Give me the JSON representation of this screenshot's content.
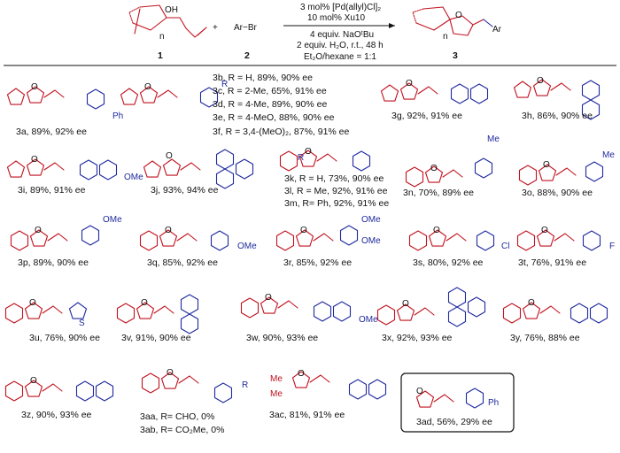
{
  "scheme": {
    "reactant1_label": "1",
    "reactant2_label": "2",
    "product_label": "3",
    "plus": "+",
    "oh_label": "OH",
    "n_label": "n",
    "arbr_label": "Ar−Br",
    "ar_label": "Ar",
    "conditions": [
      "3 mol% [Pd(allyl)Cl]₂",
      "10 mol% Xu10",
      "4 equiv. NaOᵗBu",
      "2 equiv. H₂O, r.t., 48 h",
      "Et₂O/hexane = 1:1"
    ]
  },
  "atoms": {
    "O": "O",
    "Ph": "Ph",
    "OMe": "OMe",
    "Me": "Me",
    "Cl": "Cl",
    "F": "F",
    "S": "S",
    "R": "R"
  },
  "compounds": [
    {
      "id": "3a",
      "label": "3a, 89%, 92% ee"
    },
    {
      "id": "3b",
      "label": "3b, R = H, 89%, 90% ee"
    },
    {
      "id": "3c",
      "label": "3c, R = 2-Me, 65%, 91% ee"
    },
    {
      "id": "3d",
      "label": "3d, R = 4-Me, 89%, 90% ee"
    },
    {
      "id": "3e",
      "label": "3e, R = 4-MeO, 88%, 90% ee"
    },
    {
      "id": "3f",
      "label": "3f, R = 3,4-(MeO)₂, 87%, 91% ee"
    },
    {
      "id": "3g",
      "label": "3g, 92%, 91% ee"
    },
    {
      "id": "3h",
      "label": "3h, 86%, 90% ee"
    },
    {
      "id": "3i",
      "label": "3i, 89%, 91% ee"
    },
    {
      "id": "3j",
      "label": "3j, 93%, 94% ee"
    },
    {
      "id": "3k",
      "label": "3k, R = H, 73%, 90% ee"
    },
    {
      "id": "3l",
      "label": "3l, R = Me, 92%, 91% ee"
    },
    {
      "id": "3m",
      "label": "3m, R= Ph, 92%, 91% ee"
    },
    {
      "id": "3n",
      "label": "3n, 70%, 89% ee"
    },
    {
      "id": "3o",
      "label": "3o, 88%, 90% ee"
    },
    {
      "id": "3p",
      "label": "3p, 89%, 90% ee"
    },
    {
      "id": "3q",
      "label": "3q, 85%, 92% ee"
    },
    {
      "id": "3r",
      "label": "3r, 85%, 92% ee"
    },
    {
      "id": "3s",
      "label": "3s, 80%, 92% ee"
    },
    {
      "id": "3t",
      "label": "3t, 76%, 91% ee"
    },
    {
      "id": "3u",
      "label": "3u, 76%, 90% ee"
    },
    {
      "id": "3v",
      "label": "3v, 91%, 90% ee"
    },
    {
      "id": "3w",
      "label": "3w, 90%, 93% ee"
    },
    {
      "id": "3x",
      "label": "3x, 92%, 93% ee"
    },
    {
      "id": "3y",
      "label": "3y, 76%, 88% ee"
    },
    {
      "id": "3z",
      "label": "3z, 90%, 93% ee"
    },
    {
      "id": "3aa",
      "label": "3aa, R= CHO, 0%"
    },
    {
      "id": "3ab",
      "label": "3ab, R= CO₂Me, 0%"
    },
    {
      "id": "3ac",
      "label": "3ac, 81%, 91% ee"
    },
    {
      "id": "3ad",
      "label": "3ad, 56%, 29% ee"
    }
  ]
}
